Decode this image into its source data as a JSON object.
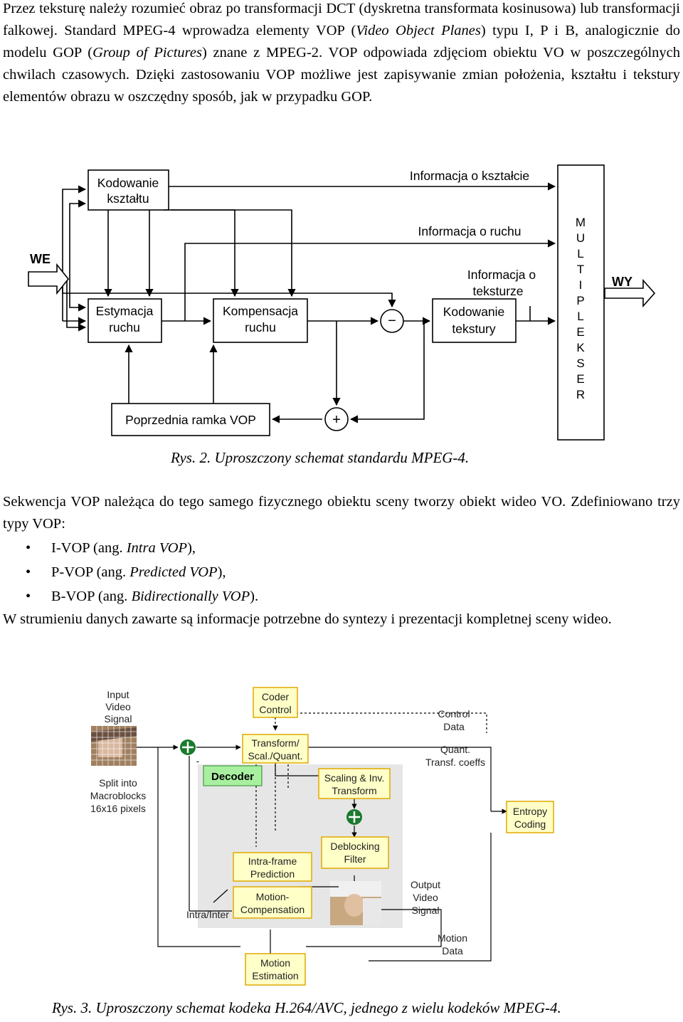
{
  "paragraph1": {
    "before_italic_1": "Przez teksturę należy rozumieć obraz po transformacji DCT (dyskretna transformata kosinusowa) lub transformacji falkowej. Standard MPEG-4 wprowadza elementy VOP (",
    "italic_1": "Video Object Planes",
    "middle_1": ") typu I, P i B, analogicznie do modelu GOP (",
    "italic_2": "Group of Pictures",
    "after_italic_2": ") znane z MPEG-2. VOP odpowiada zdjęciom obiektu VO w poszczególnych chwilach czasowych. Dzięki zastosowaniu VOP możliwe jest zapisywanie zmian położenia, kształtu i tekstury elementów obrazu w oszczędny sposób, jak w przypadku GOP."
  },
  "figure2": {
    "input_label": "WE",
    "output_label": "WY",
    "shape_coding": [
      "Kodowanie",
      "kształtu"
    ],
    "motion_estimation": [
      "Estymacja",
      "ruchu"
    ],
    "motion_compensation": [
      "Kompensacja",
      "ruchu"
    ],
    "texture_coding": [
      "Kodowanie",
      "tekstury"
    ],
    "previous_frame": "Poprzednia ramka VOP",
    "shape_info": "Informacja o kształcie",
    "motion_info": "Informacja o ruchu",
    "texture_info": [
      "Informacja o",
      "teksturze"
    ],
    "multiplexer_letters": [
      "M",
      "U",
      "L",
      "T",
      "I",
      "P",
      "L",
      "E",
      "K",
      "S",
      "E",
      "R"
    ],
    "subtract_symbol": "−",
    "add_symbol": "+",
    "caption": "Rys. 2. Uproszczony schemat standardu MPEG-4."
  },
  "paragraph2": "Sekwencja VOP należąca do tego samego fizycznego obiektu sceny tworzy obiekt wideo VO. Zdefiniowano trzy typy VOP:",
  "vop_types": [
    {
      "prefix": "I-VOP (ang. ",
      "italic": "Intra VOP",
      "suffix": "),"
    },
    {
      "prefix": "P-VOP (ang. ",
      "italic": "Predicted VOP",
      "suffix": "),"
    },
    {
      "prefix": "B-VOP (ang. ",
      "italic": "Bidirectionally VOP",
      "suffix": ")."
    }
  ],
  "paragraph3": "W strumieniu danych zawarte są informacje potrzebne do syntezy i prezentacji kompletnej sceny wideo.",
  "figure3": {
    "input_signal": [
      "Input",
      "Video",
      "Signal"
    ],
    "split": [
      "Split into",
      "Macroblocks",
      "16x16 pixels"
    ],
    "coder_control": [
      "Coder",
      "Control"
    ],
    "transform": [
      "Transform/",
      "Scal./Quant."
    ],
    "decoder": "Decoder",
    "scaling": [
      "Scaling & Inv.",
      "Transform"
    ],
    "control_data": [
      "Control",
      "Data"
    ],
    "quant_coeffs": [
      "Quant.",
      "Transf. coeffs"
    ],
    "entropy": [
      "Entropy",
      "Coding"
    ],
    "deblocking": [
      "Deblocking",
      "Filter"
    ],
    "intra_frame": [
      "Intra-frame",
      "Prediction"
    ],
    "motion_comp": [
      "Motion-",
      "Compensation"
    ],
    "intra_inter": "Intra/Inter",
    "output_signal": [
      "Output",
      "Video",
      "Signal"
    ],
    "motion_data": [
      "Motion",
      "Data"
    ],
    "motion_estimation": [
      "Motion",
      "Estimation"
    ],
    "minus_sign": "-",
    "caption": "Rys. 3. Uproszczony schemat kodeka H.264/AVC, jednego z wielu kodeków MPEG-4."
  },
  "colors": {
    "block_yellow": "#ffffc8",
    "block_border": "#e0a800",
    "decoder_green": "#a8f0a0",
    "sum_green": "#1a7a2e",
    "gray_panel": "#e6e6e6"
  }
}
